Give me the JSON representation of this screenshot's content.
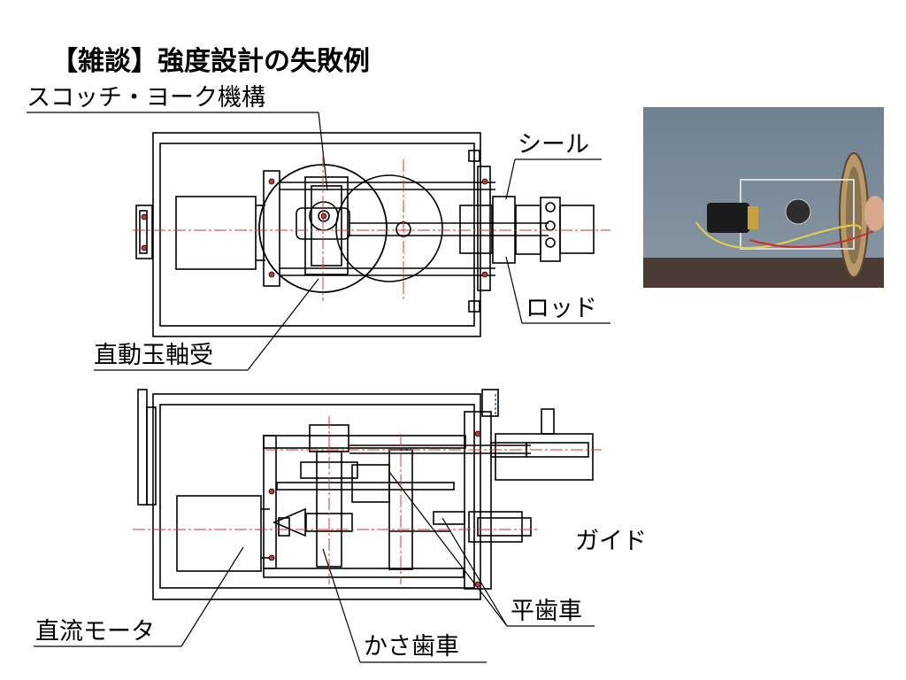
{
  "title": "【雑談】強度設計の失敗例",
  "labels": {
    "scotch_yoke": "スコッチ・ヨーク機構",
    "seal": "シール",
    "rod": "ロッド",
    "linear_bearing": "直動玉軸受",
    "guide": "ガイド",
    "spur_gear": "平歯車",
    "dc_motor": "直流モータ",
    "bevel_gear": "かさ歯車"
  },
  "colors": {
    "line": "#000000",
    "center_line": "#e03030",
    "hidden_line": "#1a2fc0",
    "photo_bg": "#7e8e9e"
  }
}
